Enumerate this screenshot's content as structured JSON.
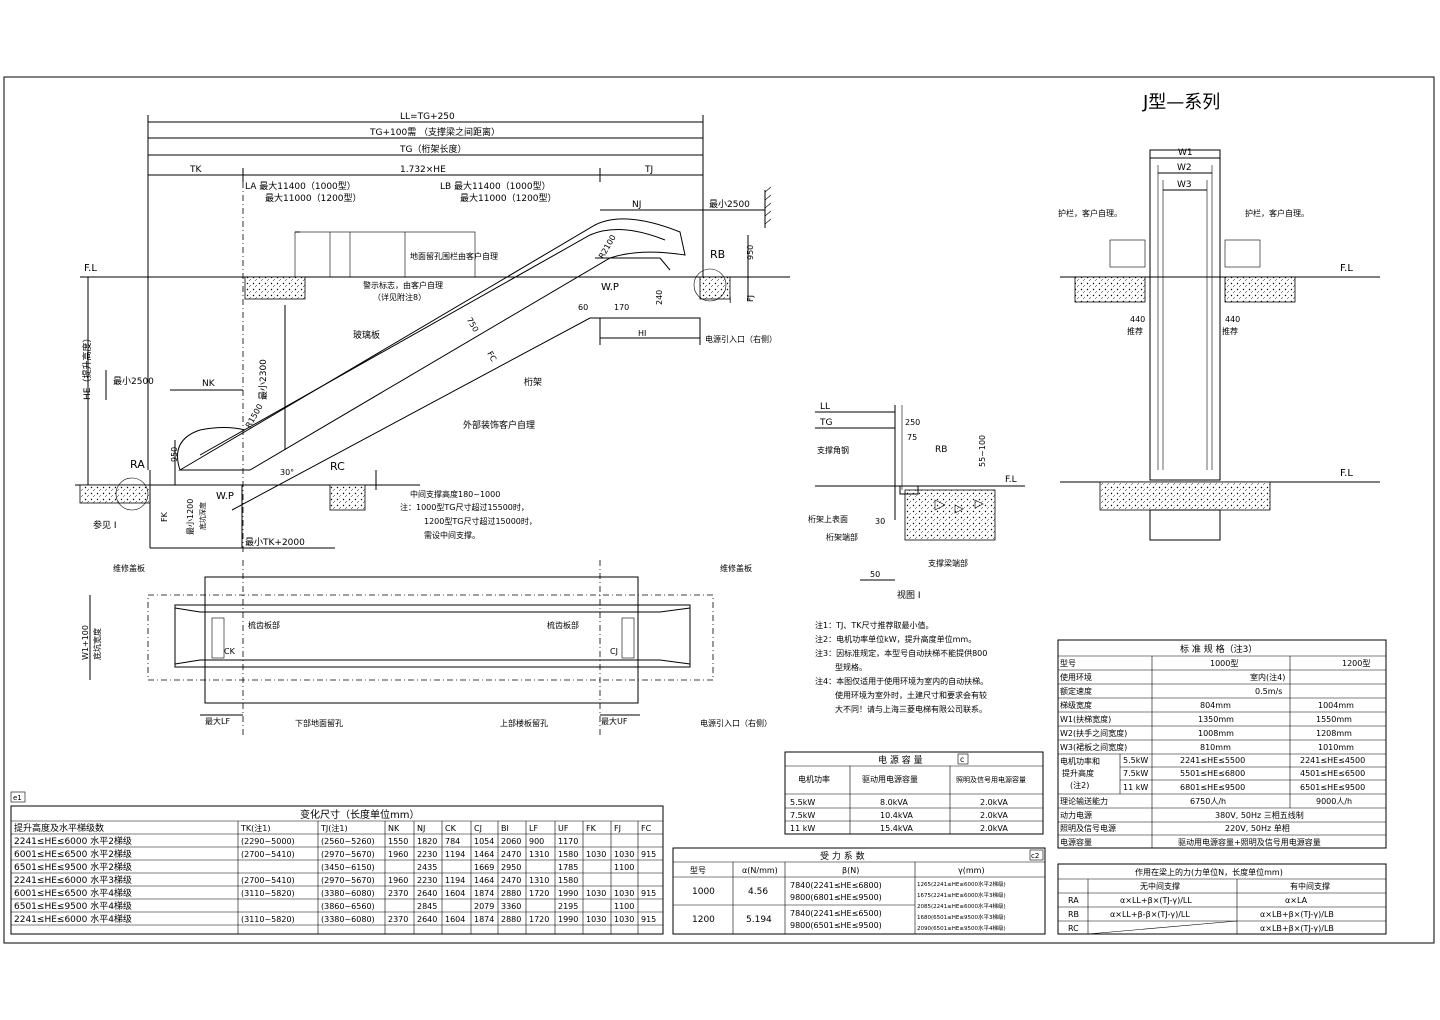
{
  "title": "J型—系列",
  "elevation": {
    "dim_ll": "LL=TG+250",
    "dim_tg100": "TG+100需 （支撑梁之间距离）",
    "dim_tg": "TG（桁架长度）",
    "dim_tk": "TK",
    "dim_1732": "1.732×HE",
    "dim_tj": "TJ",
    "la_1": "LA 最大11400（1000型）",
    "la_2": "最大11000（1200型）",
    "lb_1": "LB 最大11400（1000型）",
    "lb_2": "最大11000（1200型）",
    "nj": "NJ",
    "min2500_top": "最小2500",
    "r2100": "R2100",
    "rb": "RB",
    "fl_left": "F.L",
    "dim_950_top": "950",
    "fj": "FJ",
    "floor_rail_note": "地面留孔围栏由客户自理",
    "warning_note": "警示标志，由客户自理",
    "warning_note2": "（详见附注8）",
    "wp_top": "W.P",
    "dim_60": "60",
    "dim_170": "170",
    "dim_240": "240",
    "hi": "HI",
    "power_entry": "电源引入口（右侧）",
    "glass": "玻璃板",
    "dim_750": "750",
    "fc": "FC",
    "truss": "桁架",
    "he_label": "HE（提升高度）",
    "min2500_left": "最小2500",
    "nk": "NK",
    "min2300": "最小2300",
    "r1500": "R1500",
    "exterior": "外部装饰客户自理",
    "dim_950_bot": "950",
    "deg30": "30°",
    "rc": "RC",
    "ra": "RA",
    "wp_bot": "W.P",
    "fk": "FK",
    "min1200": "最小1200",
    "pit_depth": "底坑深度",
    "see_i": "参见 I",
    "min_tk": "最小TK+2000",
    "mid_support": "中间支撑高度180~1000",
    "note_1": "注：1000型TG尺寸超过15500时，",
    "note_2": "1200型TG尺寸超过15000时，",
    "note_3": "需设中间支撑。"
  },
  "plan": {
    "cover_left": "维修盖板",
    "cover_right": "维修盖板",
    "w1_100": "W1+100",
    "pit_width": "底坑宽度",
    "comb_left": "梳齿板部",
    "comb_right": "梳齿板部",
    "ck": "CK",
    "cj": "CJ",
    "max_lf": "最大LF",
    "lower_hole": "下部地面留孔",
    "upper_hole": "上部楼板留孔",
    "max_uf": "最大UF",
    "power_entry": "电源引入口（右侧）"
  },
  "detail": {
    "ll": "LL",
    "tg": "TG",
    "d250": "250",
    "d75": "75",
    "support_angle": "支撑角钢",
    "rb": "RB",
    "d55_100": "55~100",
    "fl": "F.L",
    "truss_top": "桁架上表面",
    "d30": "30",
    "truss_end": "桁架端部",
    "support_beam": "支撑梁端部",
    "d50": "50",
    "view": "视图 I"
  },
  "side": {
    "w1": "W1",
    "w2": "W2",
    "w3": "W3",
    "rail_left": "护栏，客户自理。",
    "rail_right": "护栏，客户自理。",
    "fl_top": "F.L",
    "fl_bottom": "F.L",
    "d440_l": "440",
    "d440_r": "440",
    "recommend_l": "推荐",
    "recommend_r": "推荐"
  },
  "notes": [
    "注1：TJ、TK尺寸推荐取最小值。",
    "注2：电机功率单位kW，提升高度单位mm。",
    "注3：因标准规定，本型号自动扶梯不能提供800",
    "型规格。",
    "注4：本图仅适用于使用环境为室内的自动扶梯。",
    "使用环境为室外时，土建尺寸和要求会有较",
    "大不同！请与上海三菱电梯有限公司联系。"
  ],
  "spec_table": {
    "title": "标 准 规 格（注3）",
    "rows": [
      [
        "型号",
        "1000型",
        "1200型"
      ],
      [
        "使用环境",
        "室内(注4)",
        ""
      ],
      [
        "额定速度",
        "0.5m/s",
        ""
      ],
      [
        "梯级宽度",
        "804mm",
        "1004mm"
      ],
      [
        "W1(扶梯宽度)",
        "1350mm",
        "1550mm"
      ],
      [
        "W2(扶手之间宽度)",
        "1008mm",
        "1208mm"
      ],
      [
        "W3(裙板之间宽度)",
        "810mm",
        "1010mm"
      ]
    ],
    "motor_label_1": "电机功率和",
    "motor_label_2": "提升高度",
    "motor_label_3": "(注2)",
    "motor_rows": [
      [
        "5.5kW",
        "2241≤HE≤5500",
        "2241≤HE≤4500"
      ],
      [
        "7.5kW",
        "5501≤HE≤6800",
        "4501≤HE≤6500"
      ],
      [
        "11 kW",
        "6801≤HE≤9500",
        "6501≤HE≤9500"
      ]
    ],
    "tail_rows": [
      [
        "理论输送能力",
        "6750人/h",
        "9000人/h"
      ],
      [
        "动力电源",
        "380V, 50Hz 三相五线制",
        ""
      ],
      [
        "照明及信号电源",
        "220V, 50Hz 单相",
        ""
      ],
      [
        "电源容量",
        "驱动用电源容量+照明及信号用电源容量",
        ""
      ]
    ]
  },
  "power_table": {
    "title": "电 源 容 量",
    "tag": "c",
    "headers": [
      "电机功率",
      "驱动用电源容量",
      "照明及信号用电源容量"
    ],
    "rows": [
      [
        "5.5kW",
        "8.0kVA",
        "2.0kVA"
      ],
      [
        "7.5kW",
        "10.4kVA",
        "2.0kVA"
      ],
      [
        "11 kW",
        "15.4kVA",
        "2.0kVA"
      ]
    ]
  },
  "force_table": {
    "title": "受 力 系 数",
    "tag": "c2",
    "headers": [
      "型号",
      "α(N/mm)",
      "β(N)",
      "γ(mm)"
    ],
    "rows": [
      [
        "1000",
        "4.56",
        "7840(2241≤HE≤6800)",
        "1265(2241≤HE≤6000水平2梯级)"
      ],
      [
        "",
        "",
        "9800(6801≤HE≤9500)",
        "1675(2241≤HE≤6000水平3梯级)"
      ],
      [
        "1200",
        "5.194",
        "7840(2241≤HE≤6500)",
        "2085(2241≤HE≤6000水平4梯级)"
      ],
      [
        "",
        "",
        "9800(6501≤HE≤9500)",
        "1680(6501≤HE≤9500水平3梯级)"
      ],
      [
        "",
        "",
        "",
        "2090(6501≤HE≤9500水平4梯级)"
      ]
    ]
  },
  "load_table": {
    "title": "作用在梁上的力(力单位N，长度单位mm)",
    "headers": [
      "",
      "无中间支撑",
      "有中间支撑"
    ],
    "rows": [
      [
        "RA",
        "α×LL+β×(TJ-γ)/LL",
        "α×LA"
      ],
      [
        "RB",
        "α×LL+β-β×(TJ-γ)/LL",
        "α×LB+β×(TJ-γ)/LB"
      ],
      [
        "RC",
        "",
        "α×LB+β×(TJ-γ)/LB"
      ]
    ]
  },
  "dim_table": {
    "tag": "e1",
    "title": "变化尺寸（长度单位mm）",
    "headers": [
      "提升高度及水平梯级数",
      "TK(注1)",
      "TJ(注1)",
      "NK",
      "NJ",
      "CK",
      "CJ",
      "BI",
      "LF",
      "UF",
      "FK",
      "FJ",
      "FC"
    ],
    "rows": [
      [
        "2241≤HE≤6000 水平2梯级",
        "(2290~5000)",
        "(2560~5260)",
        "1550",
        "1820",
        "784",
        "1054",
        "2060",
        "900",
        "1170",
        "",
        "",
        ""
      ],
      [
        "6001≤HE≤6500 水平2梯级",
        "(2700~5410)",
        "(2970~5670)",
        "1960",
        "2230",
        "1194",
        "1464",
        "2470",
        "1310",
        "1580",
        "1030",
        "1030",
        "915"
      ],
      [
        "6501≤HE≤9500 水平2梯级",
        "",
        "(3450~6150)",
        "",
        "2435",
        "",
        "1669",
        "2950",
        "",
        "1785",
        "",
        "1100",
        ""
      ],
      [
        "2241≤HE≤6000 水平3梯级",
        "(2700~5410)",
        "(2970~5670)",
        "1960",
        "2230",
        "1194",
        "1464",
        "2470",
        "1310",
        "1580",
        "",
        "",
        ""
      ],
      [
        "6001≤HE≤6500 水平4梯级",
        "(3110~5820)",
        "(3380~6080)",
        "2370",
        "2640",
        "1604",
        "1874",
        "2880",
        "1720",
        "1990",
        "1030",
        "1030",
        "915"
      ],
      [
        "6501≤HE≤9500 水平4梯级",
        "",
        "(3860~6560)",
        "",
        "2845",
        "",
        "2079",
        "3360",
        "",
        "2195",
        "",
        "1100",
        ""
      ],
      [
        "2241≤HE≤6000 水平4梯级",
        "(3110~5820)",
        "(3380~6080)",
        "2370",
        "2640",
        "1604",
        "1874",
        "2880",
        "1720",
        "1990",
        "1030",
        "1030",
        "915"
      ]
    ]
  }
}
